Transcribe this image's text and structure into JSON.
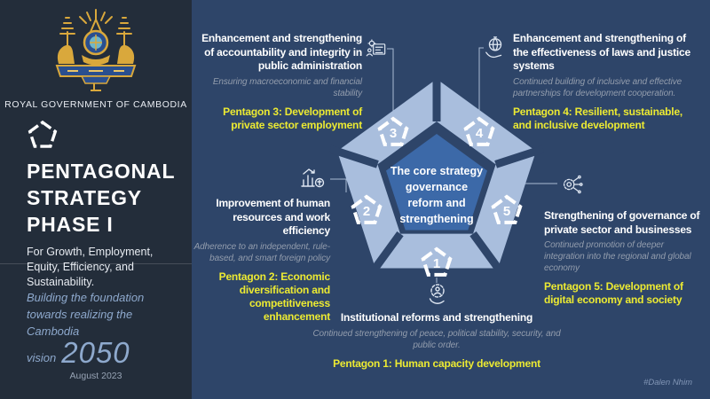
{
  "sidebar": {
    "org": "ROYAL GOVERNMENT OF CAMBODIA",
    "title_lines": [
      "PENTAGONAL",
      "STRATEGY",
      "PHASE I"
    ],
    "tagline": "For Growth, Employment, Equity, Efficiency, and Sustainability.",
    "vision_line1": "Building the foundation",
    "vision_line2": "towards realizing the Cambodia",
    "vision_prefix": "vision",
    "vision_year": "2050",
    "date": "August 2023"
  },
  "diagram": {
    "center_lines": [
      "The core strategy",
      "governance",
      "reform and",
      "strengthening"
    ],
    "badges": [
      "1",
      "2",
      "3",
      "4",
      "5"
    ]
  },
  "pentagons": [
    {
      "number": "1",
      "title": "Institutional reforms and strengthening",
      "subtitle": "Continued strengthening of peace, political stability, security, and public order.",
      "label": "Pentagon 1: Human capacity development",
      "icon": "human-capacity-icon"
    },
    {
      "number": "2",
      "title": "Improvement of human resources and work efficiency",
      "subtitle": "Adherence to an independent, rule-based, and smart foreign policy",
      "label": "Pentagon 2: Economic diversification and competitiveness enhancement",
      "icon": "economic-growth-chart-icon"
    },
    {
      "number": "3",
      "title": "Enhancement and strengthening of accountability and integrity in public administration",
      "subtitle": "Ensuring macroeconomic and financial stability",
      "label": "Pentagon 3: Development of private sector employment",
      "icon": "public-administration-icon"
    },
    {
      "number": "4",
      "title": "Enhancement and strengthening of the effectiveness of laws and justice systems",
      "subtitle": "Continued building of inclusive and effective partnerships for development cooperation.",
      "label": "Pentagon 4: Resilient, sustainable, and inclusive development",
      "icon": "globe-hand-icon"
    },
    {
      "number": "5",
      "title": "Strengthening of governance of private sector and businesses",
      "subtitle": "Continued promotion of deeper integration into the regional and global economy",
      "label": "Pentagon 5: Development of digital economy and society",
      "icon": "digital-network-icon"
    }
  ],
  "credit": "#Dalen Nhim",
  "colors": {
    "main_bg": "#2e4569",
    "sidebar_bg": "#232d3a",
    "ring_segment": "#a9bedd",
    "center_pentagon": "#3c69a8",
    "accent_yellow": "#ecea32",
    "emblem_gold": "#d9a83c",
    "vision_blue": "#8ea9cd"
  }
}
